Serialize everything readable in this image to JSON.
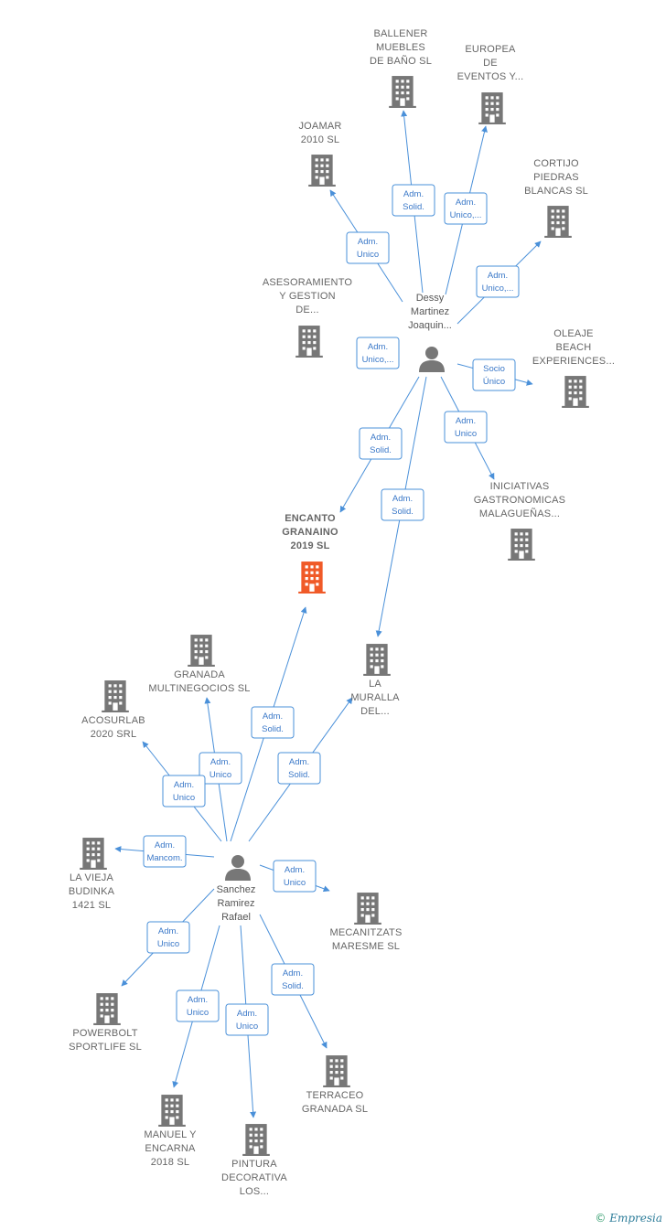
{
  "colors": {
    "edge": "#4a90d9",
    "company_icon": "#777777",
    "focus_icon": "#f05a28",
    "person_icon": "#777777"
  },
  "persons": [
    {
      "id": "dessy",
      "lines": [
        "Dessy",
        "Martinez",
        "Joaquin..."
      ],
      "icon": "person-icon"
    },
    {
      "id": "sanchez",
      "lines": [
        "Sanchez",
        "Ramirez",
        "Rafael"
      ],
      "icon": "person-icon"
    }
  ],
  "companies": [
    {
      "id": "ballener",
      "lines": [
        "BALLENER",
        "MUEBLES",
        "DE BAÑO  SL"
      ],
      "icon": "building-icon"
    },
    {
      "id": "europea",
      "lines": [
        "EUROPEA",
        "DE",
        "EVENTOS Y..."
      ],
      "icon": "building-icon"
    },
    {
      "id": "joamar",
      "lines": [
        "JOAMAR",
        "2010 SL"
      ],
      "icon": "building-icon"
    },
    {
      "id": "cortijo",
      "lines": [
        "CORTIJO",
        "PIEDRAS",
        "BLANCAS  SL"
      ],
      "icon": "building-icon"
    },
    {
      "id": "asesoramiento",
      "lines": [
        "ASESORAMIENTO",
        "Y GESTION",
        "DE..."
      ],
      "icon": "building-icon"
    },
    {
      "id": "oleaje",
      "lines": [
        "OLEAJE",
        "BEACH",
        "EXPERIENCES..."
      ],
      "icon": "building-icon"
    },
    {
      "id": "iniciativas",
      "lines": [
        "INICIATIVAS",
        "GASTRONOMICAS",
        "MALAGUEÑAS..."
      ],
      "icon": "building-icon"
    },
    {
      "id": "encanto",
      "lines": [
        "ENCANTO",
        "GRANAINO",
        "2019  SL"
      ],
      "icon": "building-icon",
      "focus": true
    },
    {
      "id": "muralla",
      "lines": [
        "LA",
        "MURALLA",
        "DEL..."
      ],
      "icon": "building-icon"
    },
    {
      "id": "granada",
      "lines": [
        "GRANADA",
        "MULTINEGOCIOS SL"
      ],
      "icon": "building-icon"
    },
    {
      "id": "acosurlab",
      "lines": [
        "ACOSURLAB",
        "2020 SRL"
      ],
      "icon": "building-icon"
    },
    {
      "id": "viejabudinka",
      "lines": [
        "LA VIEJA",
        "BUDINKA",
        "1421 SL"
      ],
      "icon": "building-icon"
    },
    {
      "id": "mecanitzats",
      "lines": [
        "MECANITZATS",
        "MARESME  SL"
      ],
      "icon": "building-icon"
    },
    {
      "id": "powerbolt",
      "lines": [
        "POWERBOLT",
        "SPORTLIFE  SL"
      ],
      "icon": "building-icon"
    },
    {
      "id": "terraceo",
      "lines": [
        "TERRACEO",
        "GRANADA  SL"
      ],
      "icon": "building-icon"
    },
    {
      "id": "manuel",
      "lines": [
        "MANUEL Y",
        "ENCARNA",
        "2018  SL"
      ],
      "icon": "building-icon"
    },
    {
      "id": "pintura",
      "lines": [
        "PINTURA",
        "DECORATIVA",
        "LOS..."
      ],
      "icon": "building-icon"
    }
  ],
  "relations": [
    {
      "from": "dessy",
      "to": "ballener",
      "role": [
        "Adm.",
        "Solid."
      ]
    },
    {
      "from": "dessy",
      "to": "europea",
      "role": [
        "Adm.",
        "Unico,..."
      ]
    },
    {
      "from": "dessy",
      "to": "joamar",
      "role": [
        "Adm.",
        "Unico"
      ]
    },
    {
      "from": "dessy",
      "to": "cortijo",
      "role": [
        "Adm.",
        "Unico,..."
      ]
    },
    {
      "from": "dessy",
      "to": "asesoramiento",
      "role": [
        "Adm.",
        "Unico,..."
      ]
    },
    {
      "from": "dessy",
      "to": "oleaje",
      "role": [
        "Socio",
        "Único"
      ]
    },
    {
      "from": "dessy",
      "to": "iniciativas",
      "role": [
        "Adm.",
        "Unico"
      ]
    },
    {
      "from": "dessy",
      "to": "encanto",
      "role": [
        "Adm.",
        "Solid."
      ]
    },
    {
      "from": "dessy",
      "to": "muralla",
      "role": [
        "Adm.",
        "Solid."
      ]
    },
    {
      "from": "sanchez",
      "to": "encanto",
      "role": [
        "Adm.",
        "Solid."
      ]
    },
    {
      "from": "sanchez",
      "to": "muralla",
      "role": [
        "Adm.",
        "Solid."
      ]
    },
    {
      "from": "sanchez",
      "to": "granada",
      "role": [
        "Adm.",
        "Unico"
      ]
    },
    {
      "from": "sanchez",
      "to": "acosurlab",
      "role": [
        "Adm.",
        "Unico"
      ]
    },
    {
      "from": "sanchez",
      "to": "viejabudinka",
      "role": [
        "Adm.",
        "Mancom."
      ]
    },
    {
      "from": "sanchez",
      "to": "mecanitzats",
      "role": [
        "Adm.",
        "Unico"
      ]
    },
    {
      "from": "sanchez",
      "to": "powerbolt",
      "role": [
        "Adm.",
        "Unico"
      ]
    },
    {
      "from": "sanchez",
      "to": "terraceo",
      "role": [
        "Adm.",
        "Solid."
      ]
    },
    {
      "from": "sanchez",
      "to": "manuel",
      "role": [
        "Adm.",
        "Unico"
      ]
    },
    {
      "from": "sanchez",
      "to": "pintura",
      "role": [
        "Adm.",
        "Unico"
      ]
    }
  ],
  "brand": {
    "copyright": "©",
    "name": "Empresia"
  }
}
